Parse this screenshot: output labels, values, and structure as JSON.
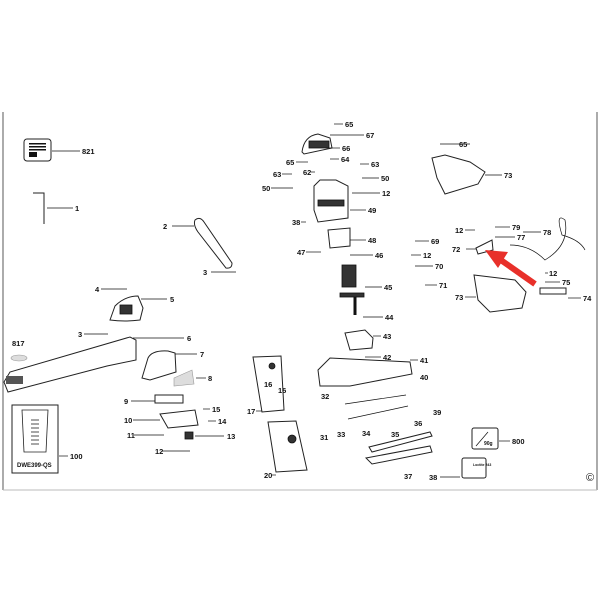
{
  "diagram": {
    "labels": [
      "821",
      "1",
      "2",
      "3",
      "4",
      "5",
      "3",
      "6",
      "817",
      "7",
      "8",
      "9",
      "15",
      "10",
      "14",
      "11",
      "13",
      "12",
      "100",
      "17",
      "16",
      "16",
      "20",
      "65",
      "67",
      "66",
      "65",
      "64",
      "63",
      "63",
      "62",
      "50",
      "50",
      "12",
      "49",
      "38",
      "48",
      "47",
      "46",
      "45",
      "44",
      "43",
      "42",
      "41",
      "40",
      "39",
      "32",
      "31",
      "33",
      "34",
      "35",
      "36",
      "37",
      "38",
      "800",
      "65",
      "73",
      "69",
      "12",
      "70",
      "71",
      "12",
      "79",
      "77",
      "72",
      "78",
      "12",
      "75",
      "73",
      "74"
    ],
    "kit_box_text": "DWE399-QS",
    "grease_text": "90g",
    "loctite_text": "Loctite 243",
    "copyright": "©",
    "arrow_color": "#e8302a"
  }
}
